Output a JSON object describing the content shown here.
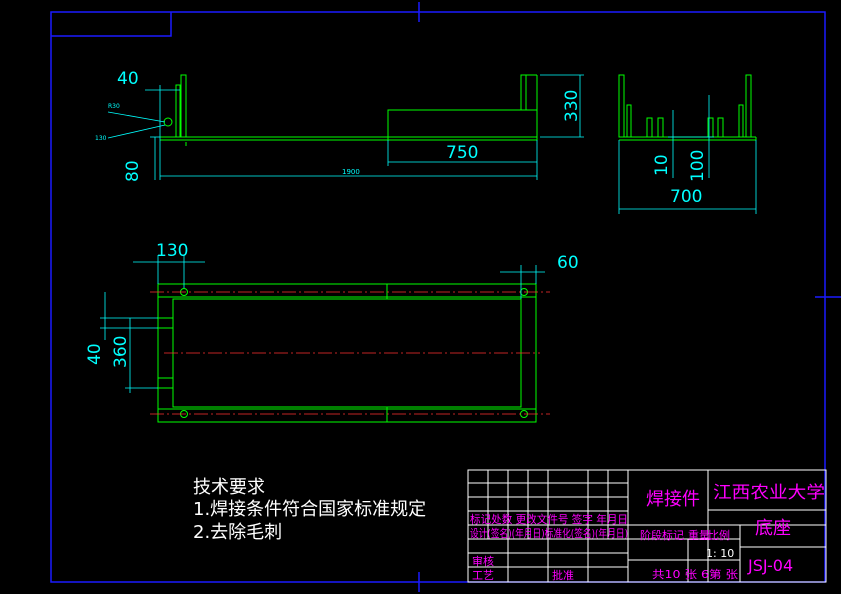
{
  "drawing": {
    "side_view": {
      "dim_width_top": "40",
      "dim_height_bottom": "80",
      "radius_label": "R30",
      "small_label": "130",
      "overall_length": "1900",
      "box_height": "330",
      "box_length": "750"
    },
    "end_view": {
      "dim_a": "10",
      "dim_b": "100",
      "overall_width": "700"
    },
    "plan_view": {
      "dim_top_left": "130",
      "dim_top_right": "60",
      "dim_left_small": "40",
      "dim_left_large": "360"
    },
    "tech_notes": {
      "heading": "技术要求",
      "item1": "1.焊接条件符合国家标准规定",
      "item2": "2.去除毛刺"
    },
    "title_block": {
      "part_name": "焊接件",
      "school": "江西农业大学",
      "drawing_name": "底座",
      "drawing_no": "JSJ-04",
      "scale": "1:  10",
      "row_labels_1": "标记处数 更改文件号 签字 年月日",
      "row_labels_2": "设计(签名)(年月日)标准化(签名)(年月日)",
      "stage_label": "阶段标记",
      "weight_label": "重量",
      "scale_label": "比例",
      "review": "审核",
      "process": "工艺",
      "approve": "批准",
      "sheets": "共10 张 6第 张"
    }
  },
  "colors": {
    "border": "#1a1aff",
    "frame": "#ffffff",
    "geometry": "#00ff00",
    "dimension": "#00ffff",
    "centerline": "#ff3030",
    "title_text": "#ff00ff",
    "note_text": "#ffffff"
  }
}
